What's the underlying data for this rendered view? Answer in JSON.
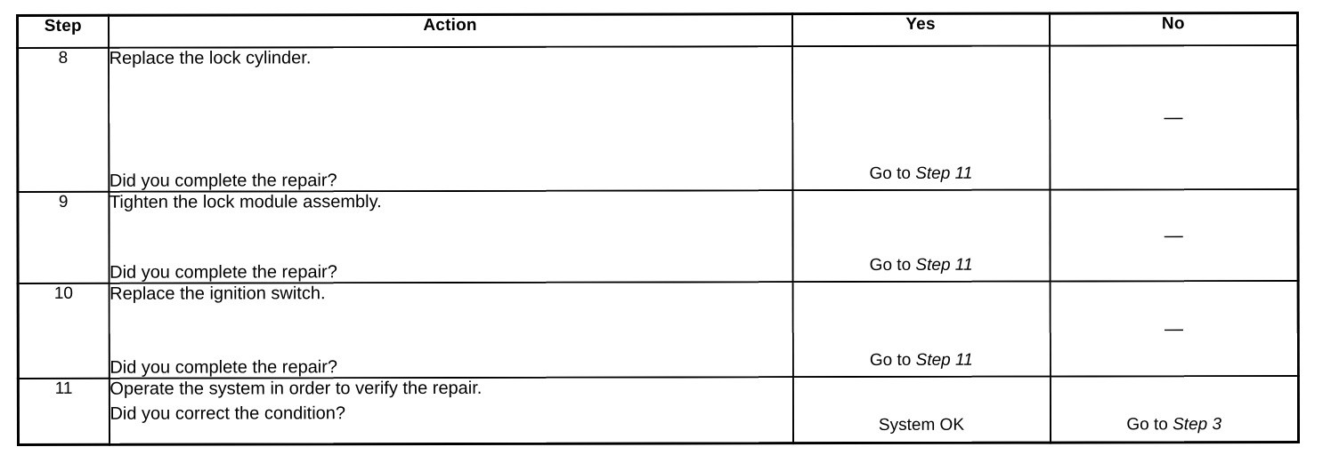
{
  "table": {
    "columns": [
      "Step",
      "Action",
      "Yes",
      "No"
    ],
    "header": {
      "step": "Step",
      "action": "Action",
      "yes": "Yes",
      "no": "No"
    },
    "rows": [
      {
        "step": "8",
        "action_lead": "Replace the lock cylinder.",
        "action_question": "Did you complete the repair?",
        "yes_prefix": "Go to ",
        "yes_reference": "Step 11",
        "no": "—"
      },
      {
        "step": "9",
        "action_lead": "Tighten the lock module assembly.",
        "action_question": "Did you complete the repair?",
        "yes_prefix": "Go to ",
        "yes_reference": "Step 11",
        "no": "—"
      },
      {
        "step": "10",
        "action_lead": "Replace the ignition switch.",
        "action_question": "Did you complete the repair?",
        "yes_prefix": "Go to ",
        "yes_reference": "Step 11",
        "no": "—"
      },
      {
        "step": "11",
        "action_lead": "Operate the system in order to verify the repair.",
        "action_question": "Did you correct the condition?",
        "yes_prefix": "System OK",
        "yes_reference": "",
        "no_prefix": "Go to ",
        "no_reference": "Step 3"
      }
    ]
  },
  "colors": {
    "border": "#000000",
    "text": "#000000",
    "background": "#ffffff"
  }
}
